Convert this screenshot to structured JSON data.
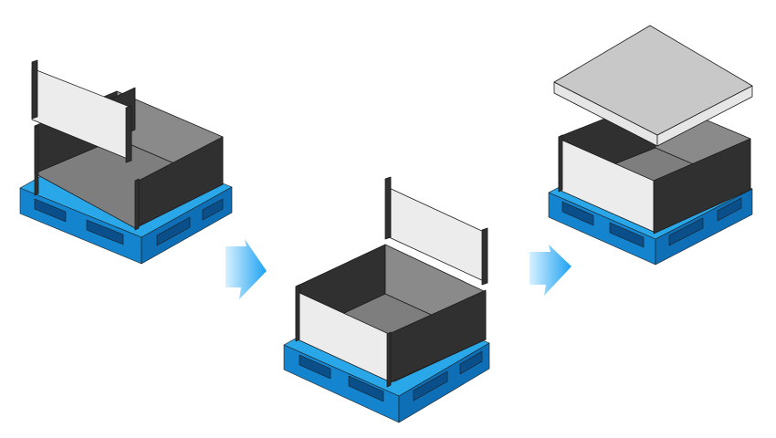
{
  "diagram": {
    "steps": [
      {
        "id": 1,
        "depicts": "pallet-with-side-walls-being-inserted"
      },
      {
        "id": 2,
        "depicts": "pallet-with-last-wall-being-inserted"
      },
      {
        "id": 3,
        "depicts": "assembled-box-with-lid-being-placed"
      }
    ],
    "arrows": [
      {
        "from": 1,
        "to": 2,
        "icon": "arrow-right-icon"
      },
      {
        "from": 2,
        "to": 3,
        "icon": "arrow-right-icon"
      }
    ]
  },
  "colors": {
    "pallet_top": "#2aa7e8",
    "pallet_front": "#1584cf",
    "pallet_side": "#0f6fb6",
    "pallet_slot": "#0a4f8a",
    "wall_dark": "#303030",
    "wall_mid": "#8a8a8a",
    "floor": "#7e7e7e",
    "panel_light": "#ececec",
    "lid_top": "#c8c8c8",
    "lid_edge": "#e6e6e6",
    "arrow_light": "#d7f1ff",
    "arrow_dark": "#1da1f2"
  }
}
